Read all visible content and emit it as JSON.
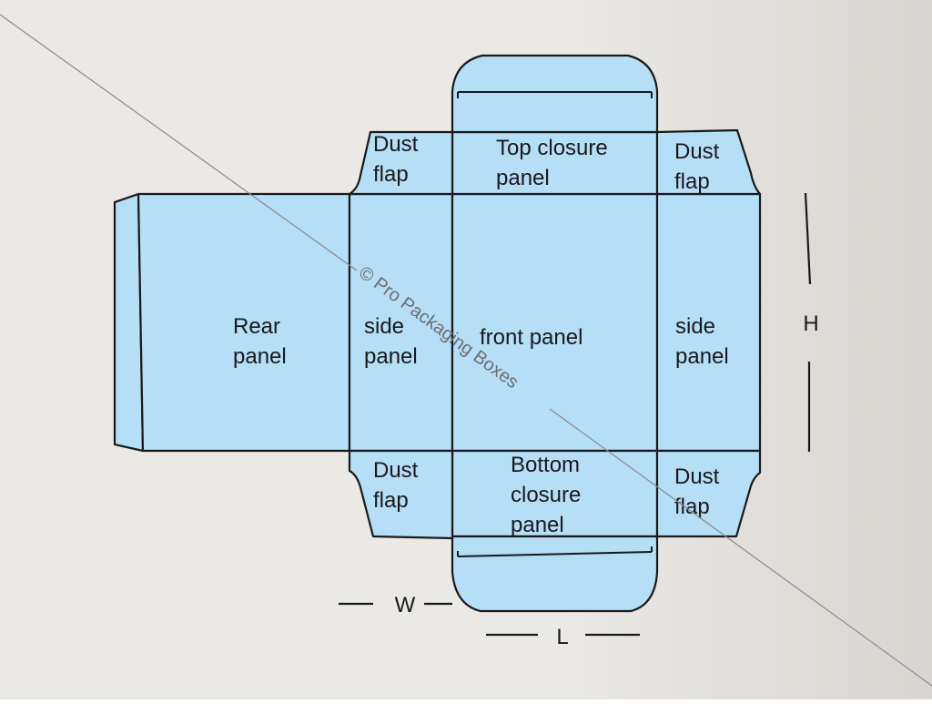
{
  "colors": {
    "panel_fill": "#b5def7",
    "outline": "#1a1a1a",
    "background_left": "#ebe9e5",
    "background_right": "#d8d5d1",
    "watermark_text": "#6e6e6e",
    "watermark_line": "#8a8a8a"
  },
  "panels": {
    "rear": [
      "Rear",
      "panel"
    ],
    "side_left": [
      "side",
      "panel"
    ],
    "front": [
      "front panel"
    ],
    "side_right": [
      "side",
      "panel"
    ],
    "top_closure": [
      "Top closure",
      "panel"
    ],
    "bottom_closure": [
      "Bottom",
      "closure",
      "panel"
    ],
    "dust_top_left": [
      "Dust",
      "flap"
    ],
    "dust_top_right": [
      "Dust",
      "flap"
    ],
    "dust_bottom_left": [
      "Dust",
      "flap"
    ],
    "dust_bottom_right": [
      "Dust",
      "flap"
    ]
  },
  "dimensions": {
    "height": "H",
    "width": "W",
    "length": "L"
  },
  "watermark": "© Pro Packaging Boxes"
}
